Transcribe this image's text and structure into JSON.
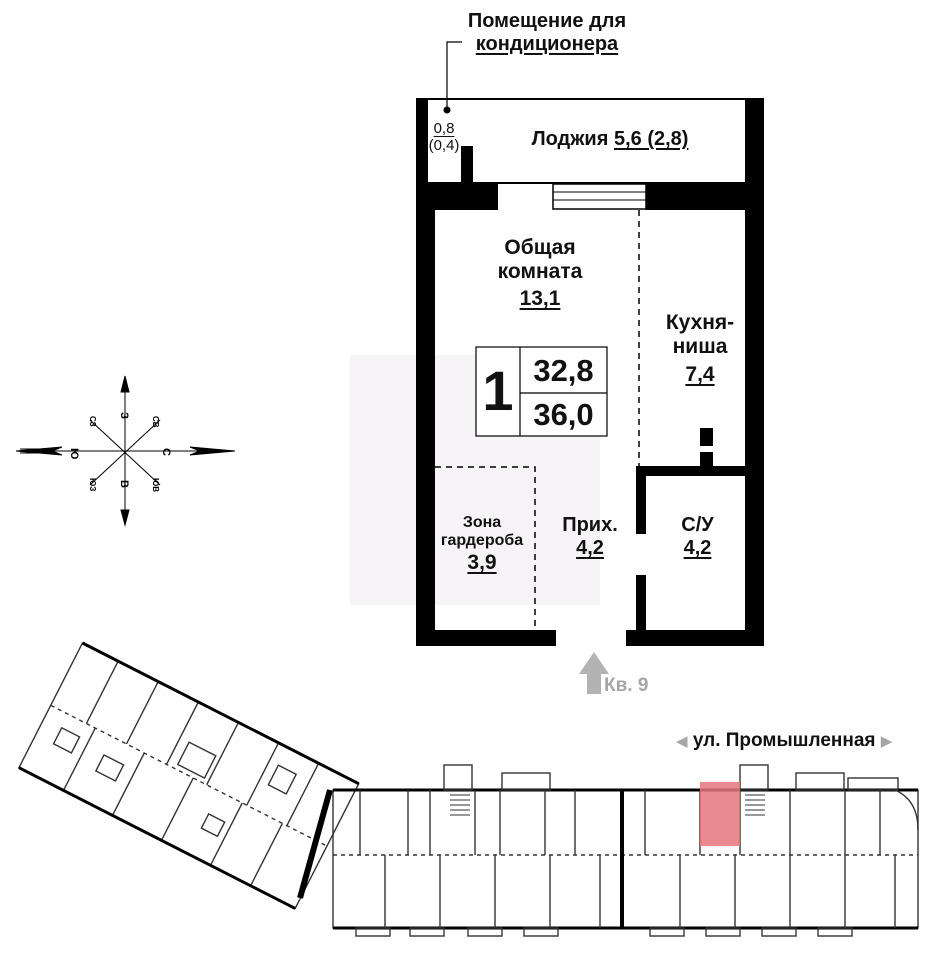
{
  "ac_room": {
    "line1": "Помещение для",
    "line2": "кондиционера",
    "area": "0,8",
    "area_coef": "(0,4)"
  },
  "loggia": {
    "name": "Лоджия",
    "area": "5,6 (2,8)"
  },
  "living_room": {
    "line1": "Общая",
    "line2": "комната",
    "area": "13,1"
  },
  "kitchen": {
    "line1": "Кухня-",
    "line2": "ниша",
    "area": "7,4"
  },
  "apartment": {
    "rooms": "1",
    "living_total": "32,8",
    "total_area": "36,0"
  },
  "wardrobe": {
    "line1": "Зона",
    "line2": "гардероба",
    "area": "3,9"
  },
  "hallway": {
    "name": "Прих.",
    "area": "4,2"
  },
  "bathroom": {
    "name": "С/У",
    "area": "4,2"
  },
  "entrance": {
    "label": "Кв. 9"
  },
  "compass": {
    "north": "С",
    "south": "Ю",
    "east": "В",
    "west": "З",
    "ne": "СВ",
    "nw": "СЗ",
    "se": "ЮВ",
    "sw": "ЮЗ"
  },
  "street": {
    "left_arrow": "◀",
    "name": "ул. Промышленная",
    "right_arrow": "▶"
  },
  "colors": {
    "wall": "#000000",
    "highlight": "#e8767a",
    "entrance_arrow": "#b3b3b3",
    "watermark": "#f6f4f6"
  }
}
